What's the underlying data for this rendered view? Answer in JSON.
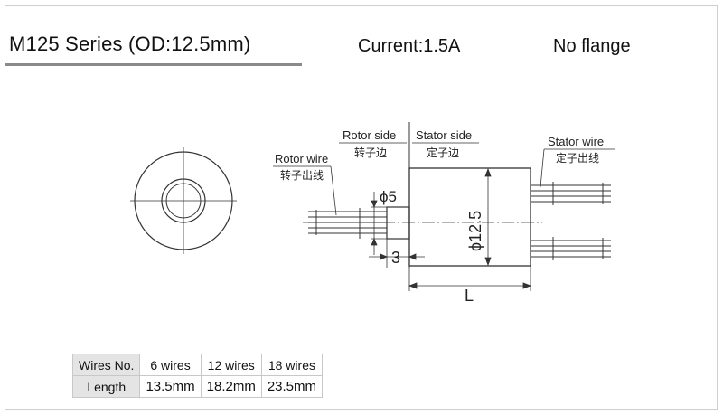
{
  "header": {
    "title": "M125 Series (OD:12.5mm)",
    "current": "Current:1.5A",
    "flange": "No flange"
  },
  "drawing": {
    "rotor_side": "Rotor side",
    "rotor_side_cn": "转子边",
    "stator_side": "Stator side",
    "stator_side_cn": "定子边",
    "rotor_wire": "Rotor wire",
    "rotor_wire_cn": "转子出线",
    "stator_wire": "Stator wire",
    "stator_wire_cn": "定子出线",
    "dim_phi5": "ϕ5",
    "dim_phi12_5": "ϕ12.5",
    "dim_3": "3",
    "dim_L": "L"
  },
  "table": {
    "row_headers": [
      "Wires No.",
      "Length"
    ],
    "wires": [
      "6 wires",
      "12 wires",
      "18 wires"
    ],
    "lengths": [
      "13.5mm",
      "18.2mm",
      "23.5mm"
    ]
  }
}
